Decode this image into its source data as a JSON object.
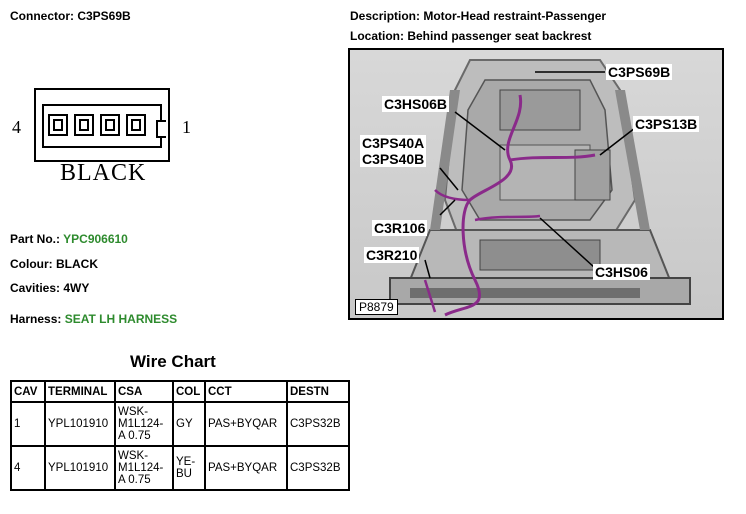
{
  "connector": {
    "label": "Connector: C3PS69B"
  },
  "diagram": {
    "pin_left": "4",
    "pin_right": "1",
    "colour_text": "BLACK"
  },
  "details": {
    "part_label": "Part No.:",
    "part_value": "YPC906610",
    "colour": "Colour: BLACK",
    "cavities": "Cavities: 4WY",
    "harness_label": "Harness:",
    "harness_value": "SEAT LH HARNESS"
  },
  "description": "Description: Motor-Head restraint-Passenger",
  "location": "Location: Behind passenger seat backrest",
  "photo": {
    "callouts": [
      "C3PS69B",
      "C3HS06B",
      "C3PS13B",
      "C3PS40A",
      "C3PS40B",
      "C3R106",
      "C3R210",
      "C3HS06"
    ],
    "plate": "P8879"
  },
  "wire_chart": {
    "title": "Wire Chart",
    "headers": [
      "CAV",
      "TERMINAL",
      "CSA",
      "COL",
      "CCT",
      "DESTN"
    ],
    "rows": [
      [
        "1",
        "YPL101910",
        "WSK-M1L124-A 0.75",
        "GY",
        "PAS+BYQAR",
        "C3PS32B"
      ],
      [
        "4",
        "YPL101910",
        "WSK-M1L124-A 0.75",
        "YE-BU",
        "PAS+BYQAR",
        "C3PS32B"
      ]
    ]
  },
  "colors": {
    "harness_green": "#2e8b2e",
    "wire_purple": "#8a2a8a"
  }
}
